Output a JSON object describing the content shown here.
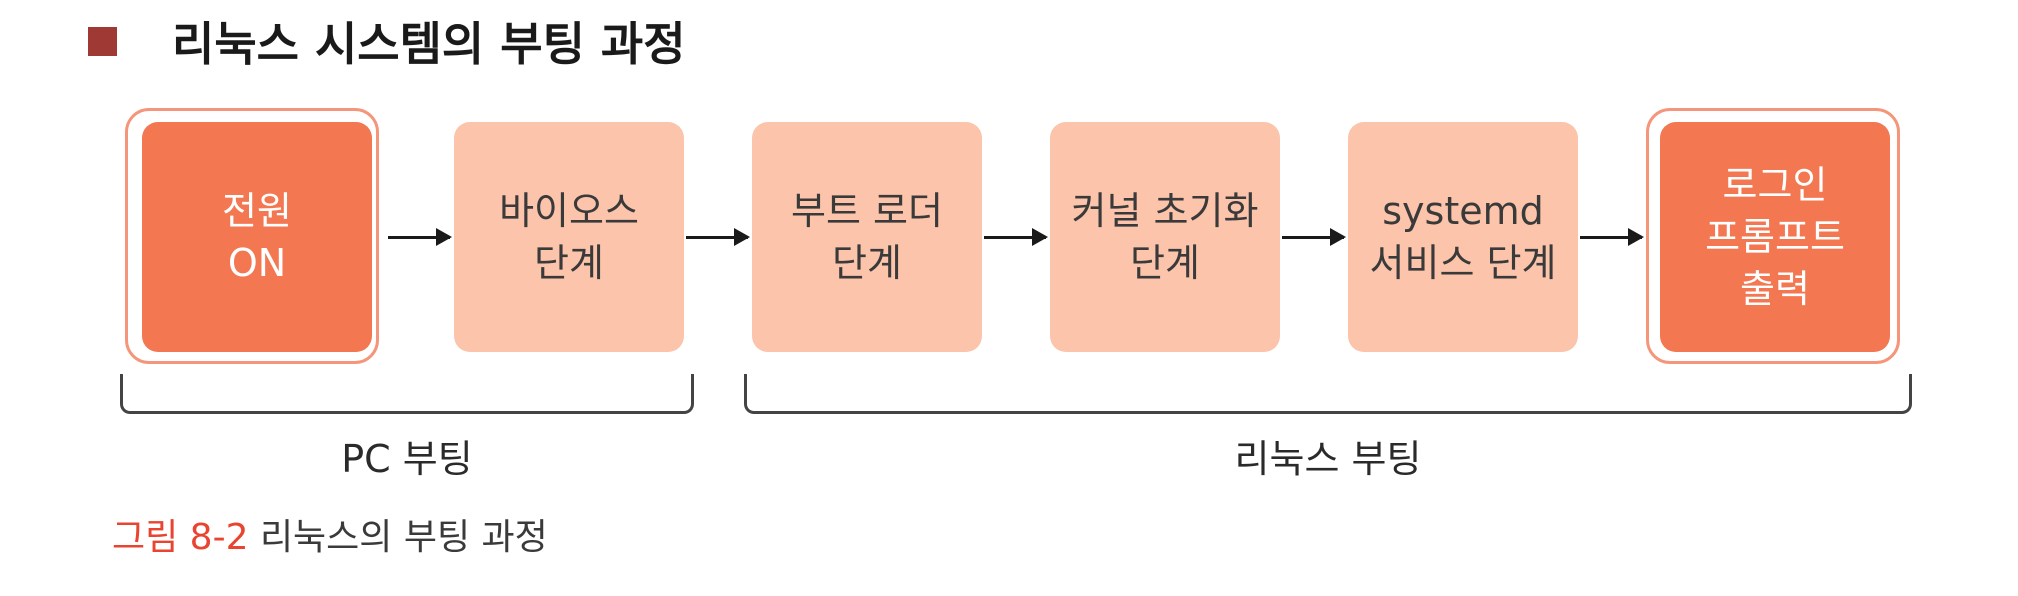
{
  "header": {
    "title": "리눅스 시스템의 부팅 과정"
  },
  "steps": [
    {
      "lines": [
        "전원",
        "ON"
      ],
      "style": "dark"
    },
    {
      "lines": [
        "바이오스",
        "단계"
      ],
      "style": "light"
    },
    {
      "lines": [
        "부트 로더",
        "단계"
      ],
      "style": "light"
    },
    {
      "lines": [
        "커널 초기화",
        "단계"
      ],
      "style": "light"
    },
    {
      "lines": [
        "systemd",
        "서비스 단계"
      ],
      "style": "light"
    },
    {
      "lines": [
        "로그인",
        "프롬프트",
        "출력"
      ],
      "style": "dark"
    }
  ],
  "groups": [
    {
      "label": "PC 부팅"
    },
    {
      "label": "리눅스 부팅"
    }
  ],
  "caption": {
    "figure": "그림 8-2",
    "text": "리눅스의 부팅 과정"
  },
  "colors": {
    "accent_dark": "#f37751",
    "accent_light": "#fbc4ab",
    "frame": "#f5957a",
    "caption_accent": "#e8442f",
    "bullet": "#9e3a33"
  }
}
